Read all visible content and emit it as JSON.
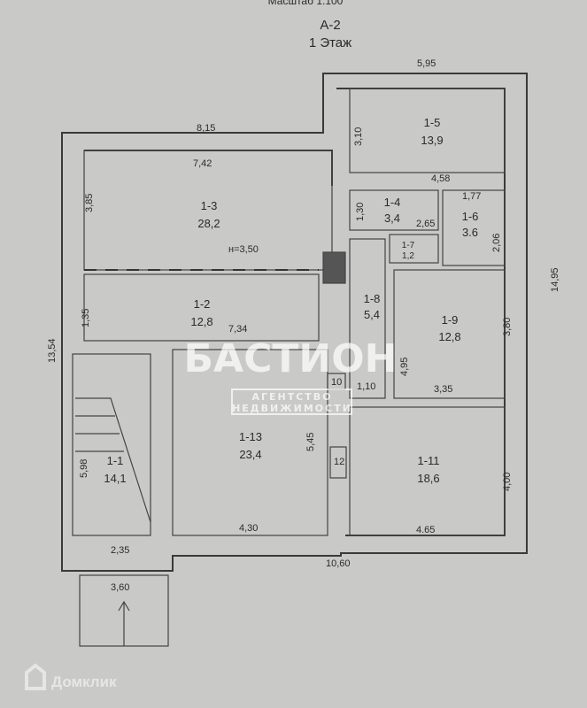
{
  "header": {
    "scale": "Масштаб 1:100",
    "building": "А-2",
    "floor": "1 Этаж"
  },
  "rooms": [
    {
      "id": "1-1",
      "area": "14,1"
    },
    {
      "id": "1-2",
      "area": "12,8"
    },
    {
      "id": "1-3",
      "area": "28,2"
    },
    {
      "id": "1-4",
      "area": "3,4"
    },
    {
      "id": "1-5",
      "area": "13,9"
    },
    {
      "id": "1-6",
      "area": "3.6"
    },
    {
      "id": "1-7",
      "area": "1,2"
    },
    {
      "id": "1-8",
      "area": "5,4"
    },
    {
      "id": "1-9",
      "area": "12,8"
    },
    {
      "id": "1-11",
      "area": "18,6"
    },
    {
      "id": "1-13",
      "area": "23,4"
    }
  ],
  "dimensions": [
    "5,95",
    "8,15",
    "7,42",
    "3,10",
    "4,58",
    "1,77",
    "3,85",
    "1,30",
    "2,65",
    "2,06",
    "14,95",
    "н=3,50",
    "1,35",
    "7,34",
    "13,54",
    "3,80",
    "4,95",
    "10",
    "1,10",
    "3,35",
    "5,45",
    "12",
    "4,00",
    "5,98",
    "4,30",
    "4.65",
    "2,35",
    "10,60",
    "3,60"
  ],
  "watermark": {
    "brand": "БАСТИОН",
    "line1": "АГЕНТСТВО",
    "line2": "НЕДВИЖИМОСТИ"
  },
  "footer": {
    "logo": "Домклик"
  }
}
